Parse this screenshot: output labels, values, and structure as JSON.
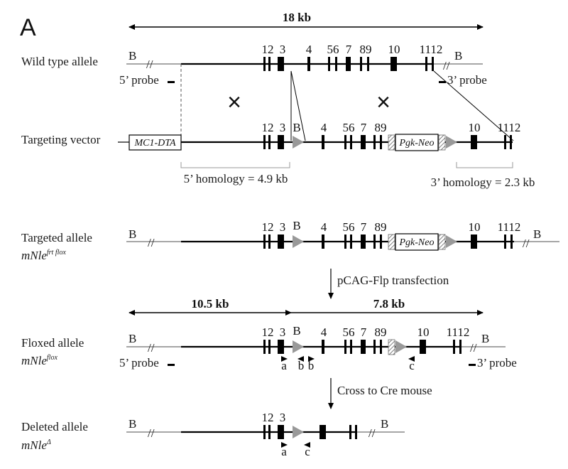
{
  "panel_label": "A",
  "scale_bars": {
    "total": "18 kb",
    "left": "10.5 kb",
    "right": "7.8 kb"
  },
  "restriction_site": "B",
  "break_mark": "//",
  "crossover_mark": "×",
  "alleles": {
    "wild_type": {
      "label": "Wild type allele",
      "exons": [
        "12",
        "3",
        "4",
        "56",
        "7",
        "89",
        "10",
        "1112"
      ]
    },
    "targeting_vector": {
      "label": "Targeting vector",
      "dta_cassette": "MC1-DTA",
      "neo_cassette": "Pgk-Neo",
      "exons": [
        "12",
        "3",
        "4",
        "56",
        "7",
        "89",
        "10",
        "1112"
      ],
      "homology_5": "5’ homology = 4.9 kb",
      "homology_3": "3’ homology = 2.3 kb"
    },
    "targeted": {
      "label": "Targeted allele",
      "name": "mNle",
      "superscript": "frt flox",
      "neo_cassette": "Pgk-Neo",
      "exons": [
        "12",
        "3",
        "4",
        "56",
        "7",
        "89",
        "10",
        "1112"
      ]
    },
    "floxed": {
      "label": "Floxed allele",
      "name": "mNle",
      "superscript": "flox",
      "exons": [
        "12",
        "3",
        "4",
        "56",
        "7",
        "89",
        "10",
        "1112"
      ]
    },
    "deleted": {
      "label": "Deleted allele",
      "name": "mNle",
      "superscript": "Δ",
      "exons": [
        "12",
        "3"
      ]
    }
  },
  "probes": {
    "five_prime": "5’ probe",
    "three_prime": "3’ probe"
  },
  "steps": {
    "flp": "pCAG-Flp transfection",
    "cre": "Cross to Cre mouse"
  },
  "primers": {
    "a": "a",
    "b": "b",
    "c": "c"
  }
}
